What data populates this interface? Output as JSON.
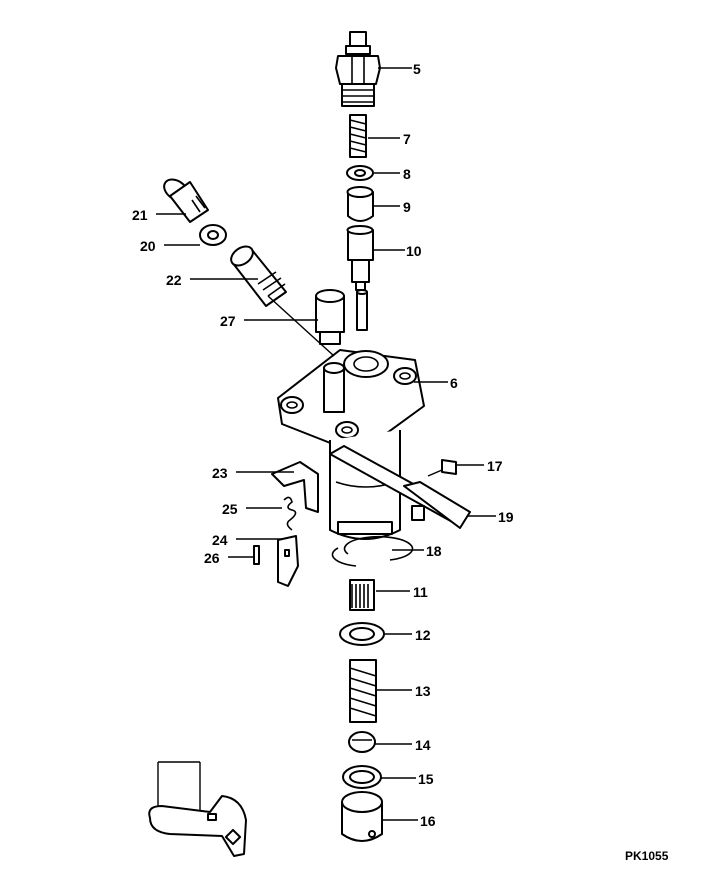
{
  "drawing_code": "PK1055",
  "callouts": [
    {
      "id": "c5",
      "label": "5"
    },
    {
      "id": "c7",
      "label": "7"
    },
    {
      "id": "c8",
      "label": "8"
    },
    {
      "id": "c9",
      "label": "9"
    },
    {
      "id": "c10",
      "label": "10"
    },
    {
      "id": "c6",
      "label": "6"
    },
    {
      "id": "c21",
      "label": "21"
    },
    {
      "id": "c20",
      "label": "20"
    },
    {
      "id": "c22",
      "label": "22"
    },
    {
      "id": "c27",
      "label": "27"
    },
    {
      "id": "c23",
      "label": "23"
    },
    {
      "id": "c25",
      "label": "25"
    },
    {
      "id": "c24",
      "label": "24"
    },
    {
      "id": "c26",
      "label": "26"
    },
    {
      "id": "c17",
      "label": "17"
    },
    {
      "id": "c19",
      "label": "19"
    },
    {
      "id": "c18",
      "label": "18"
    },
    {
      "id": "c11",
      "label": "11"
    },
    {
      "id": "c12",
      "label": "12"
    },
    {
      "id": "c13",
      "label": "13"
    },
    {
      "id": "c14",
      "label": "14"
    },
    {
      "id": "c15",
      "label": "15"
    },
    {
      "id": "c16",
      "label": "16"
    }
  ]
}
